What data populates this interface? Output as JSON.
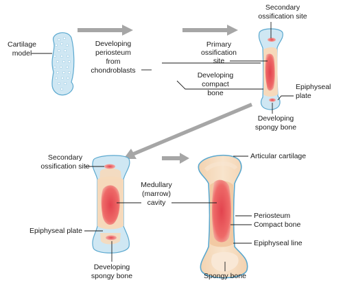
{
  "colors": {
    "cartilage_fill": "#cfe7f3",
    "cartilage_stroke": "#5aa8cf",
    "bone_fill": "#f6dcbf",
    "bone_stroke": "#d9b48e",
    "marrow_fill": "#e8505a",
    "marrow_glow": "#f2a29f",
    "arrow_fill": "#a6a6a6"
  },
  "labels": {
    "cartilage_model": [
      "Cartilage",
      "model"
    ],
    "developing_periosteum": [
      "Developing",
      "periosteum",
      "from",
      "chondroblasts"
    ],
    "secondary_ossification_top": [
      "Secondary",
      "ossification site"
    ],
    "primary_ossification": [
      "Primary",
      "ossification",
      "site"
    ],
    "developing_compact_bone": [
      "Developing",
      "compact",
      "bone"
    ],
    "epiphyseal_plate_right": [
      "Epiphyseal",
      "plate"
    ],
    "developing_spongy_right": [
      "Developing",
      "spongy bone"
    ],
    "secondary_ossification_bottom": [
      "Secondary",
      "ossification site"
    ],
    "medullary_cavity": [
      "Medullary",
      "(marrow)",
      "cavity"
    ],
    "epiphyseal_plate_left": "Epiphyseal plate",
    "developing_spongy_bottom": [
      "Developing",
      "spongy bone"
    ],
    "articular_cartilage": "Articular cartilage",
    "periosteum": "Periosteum",
    "compact_bone": "Compact bone",
    "epiphyseal_line": "Epiphyseal line",
    "spongy_bone": "Spongy bone"
  }
}
